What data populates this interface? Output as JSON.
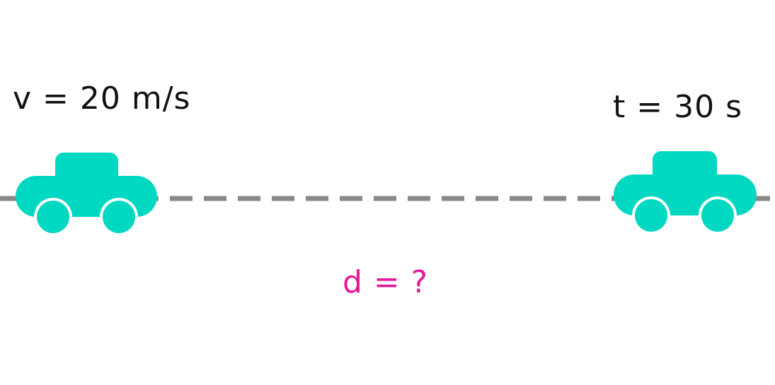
{
  "labels": {
    "velocity": "v = 20 m/s",
    "time": "t = 30 s",
    "distance": "d = ?"
  },
  "colors": {
    "car": "#00d8c2",
    "road": "#888888",
    "text": "#111111",
    "unknown": "#e6189a",
    "background": "#ffffff"
  },
  "icons": {
    "start_car": "car-icon",
    "end_car": "car-icon"
  }
}
